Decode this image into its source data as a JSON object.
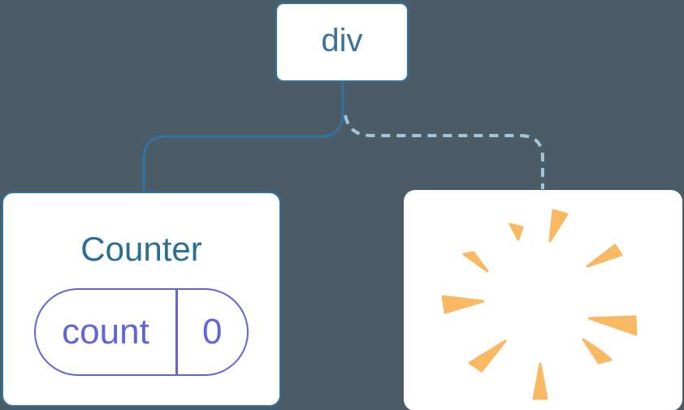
{
  "colors": {
    "background": "#4b5c66",
    "node_border": "#2e73a2",
    "node_text": "#38749e",
    "counter_title": "#2a6e94",
    "solid_connector": "#2e73a2",
    "dashed_connector": "#a3c4da",
    "state_purple": "#6165d6",
    "poof_orange": "#f9b962",
    "card_bg": "#ffffff"
  },
  "tree": {
    "root": {
      "label": "div"
    },
    "children": [
      {
        "type": "component-card",
        "title": "Counter",
        "connector": "solid",
        "state": [
          {
            "key": "count",
            "value": "0"
          }
        ]
      },
      {
        "type": "removed-card",
        "connector": "dashed",
        "icon": "poof-burst-icon"
      }
    ]
  }
}
